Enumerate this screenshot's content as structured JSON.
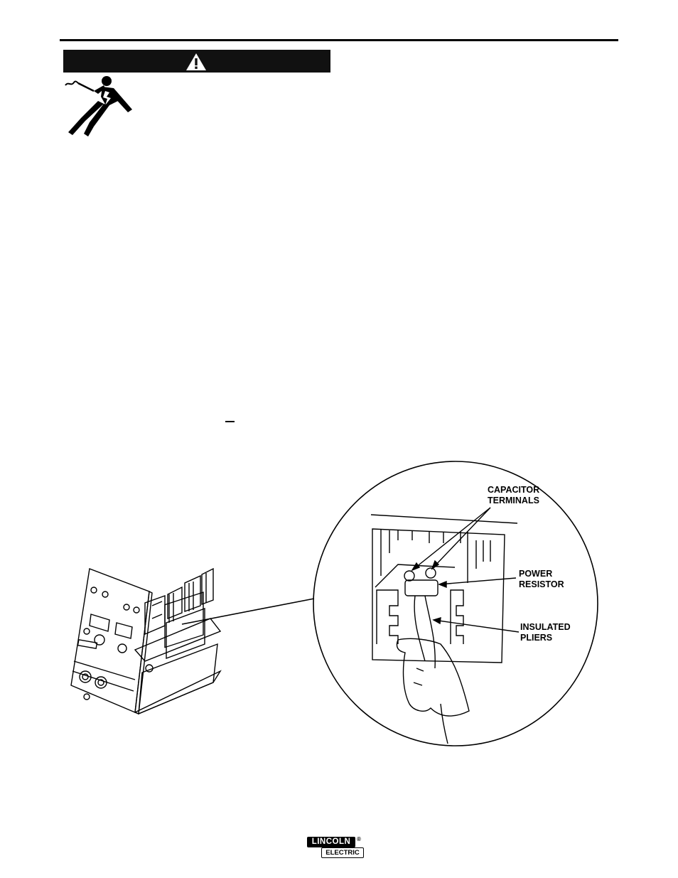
{
  "figure": {
    "labels": {
      "capacitor_line1": "CAPACITOR",
      "capacitor_line2": "TERMINALS",
      "power_line1": "POWER",
      "power_line2": "RESISTOR",
      "pliers_line1": "INSULATED",
      "pliers_line2": "PLIERS"
    }
  },
  "logo": {
    "top_text": "LINCOLN",
    "bottom_text": "ELECTRIC",
    "registered": "®"
  },
  "icons": {
    "warning": "warning-triangle-icon",
    "shock": "electric-shock-icon"
  },
  "colors": {
    "ink": "#000000",
    "paper": "#ffffff"
  }
}
